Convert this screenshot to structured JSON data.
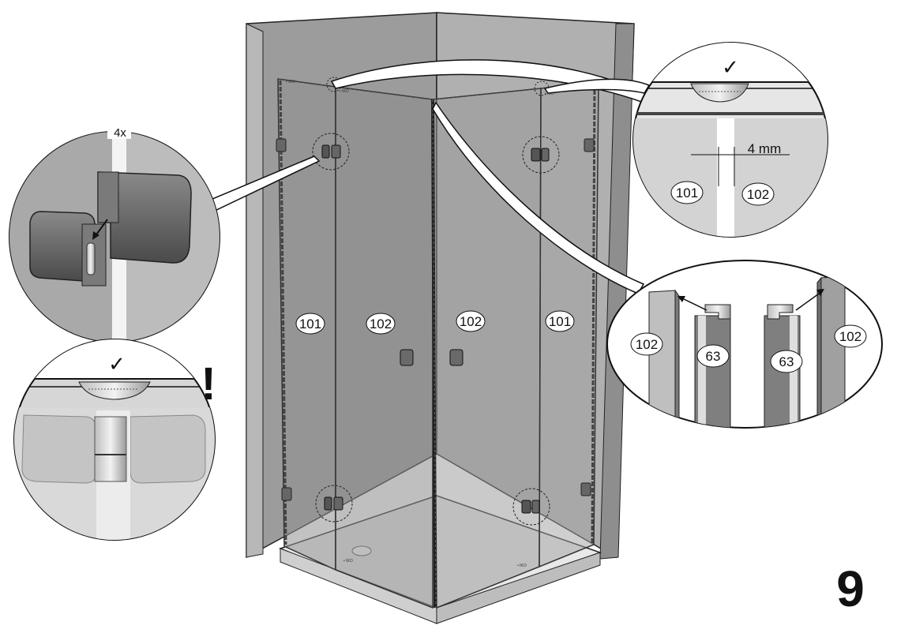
{
  "step_number": "9",
  "labels": {
    "panel_101": "101",
    "panel_102": "102",
    "profile_63": "63",
    "hinge_count": "4x",
    "gap_measure": "4 mm",
    "check_mark": "✓",
    "warning_mark": "!",
    "brand_mark": "• IKO"
  },
  "colors": {
    "wall": "#9a9a9a",
    "wall_light": "#b4b4b4",
    "glass": "#8f8f8f",
    "hardware": "#5a5a5a",
    "outline": "#222222",
    "background": "#ffffff"
  },
  "icons": [
    "hinge-icon",
    "handle-icon",
    "checkmark-icon",
    "warning-icon",
    "arrow-icon"
  ]
}
